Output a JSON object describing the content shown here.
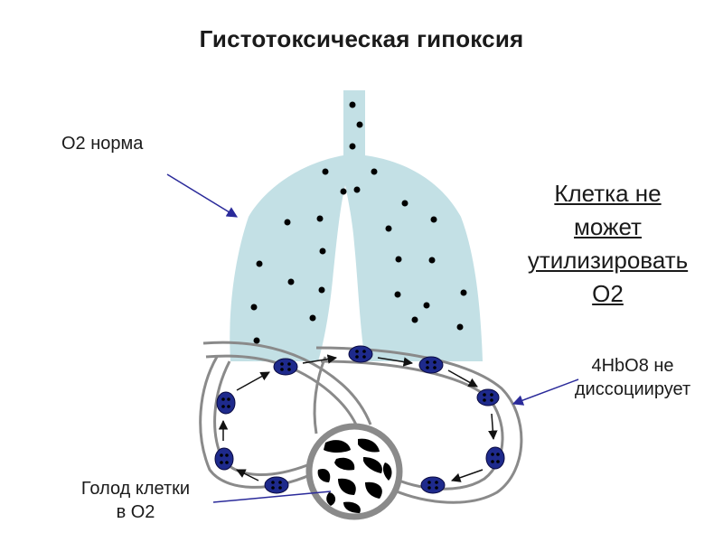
{
  "title": "Гистотоксическая гипоксия",
  "labels": {
    "o2_norm": "О2 норма",
    "cell_cannot_line1": "Клетка не",
    "cell_cannot_line2": "может",
    "cell_cannot_line3": "утилизировать",
    "cell_cannot_line4": "О2",
    "hbo_line1": "4HbO8 не",
    "hbo_line2": "диссоциирует",
    "hunger_line1": "Голод клетки",
    "hunger_line2": "в О2"
  },
  "colors": {
    "lung_fill": "#c3e0e5",
    "vessel_stroke": "#8a8a8a",
    "rbc_fill": "#1e2a8c",
    "arrow_pointer": "#2a2a9a",
    "text": "#1a1a1a"
  }
}
